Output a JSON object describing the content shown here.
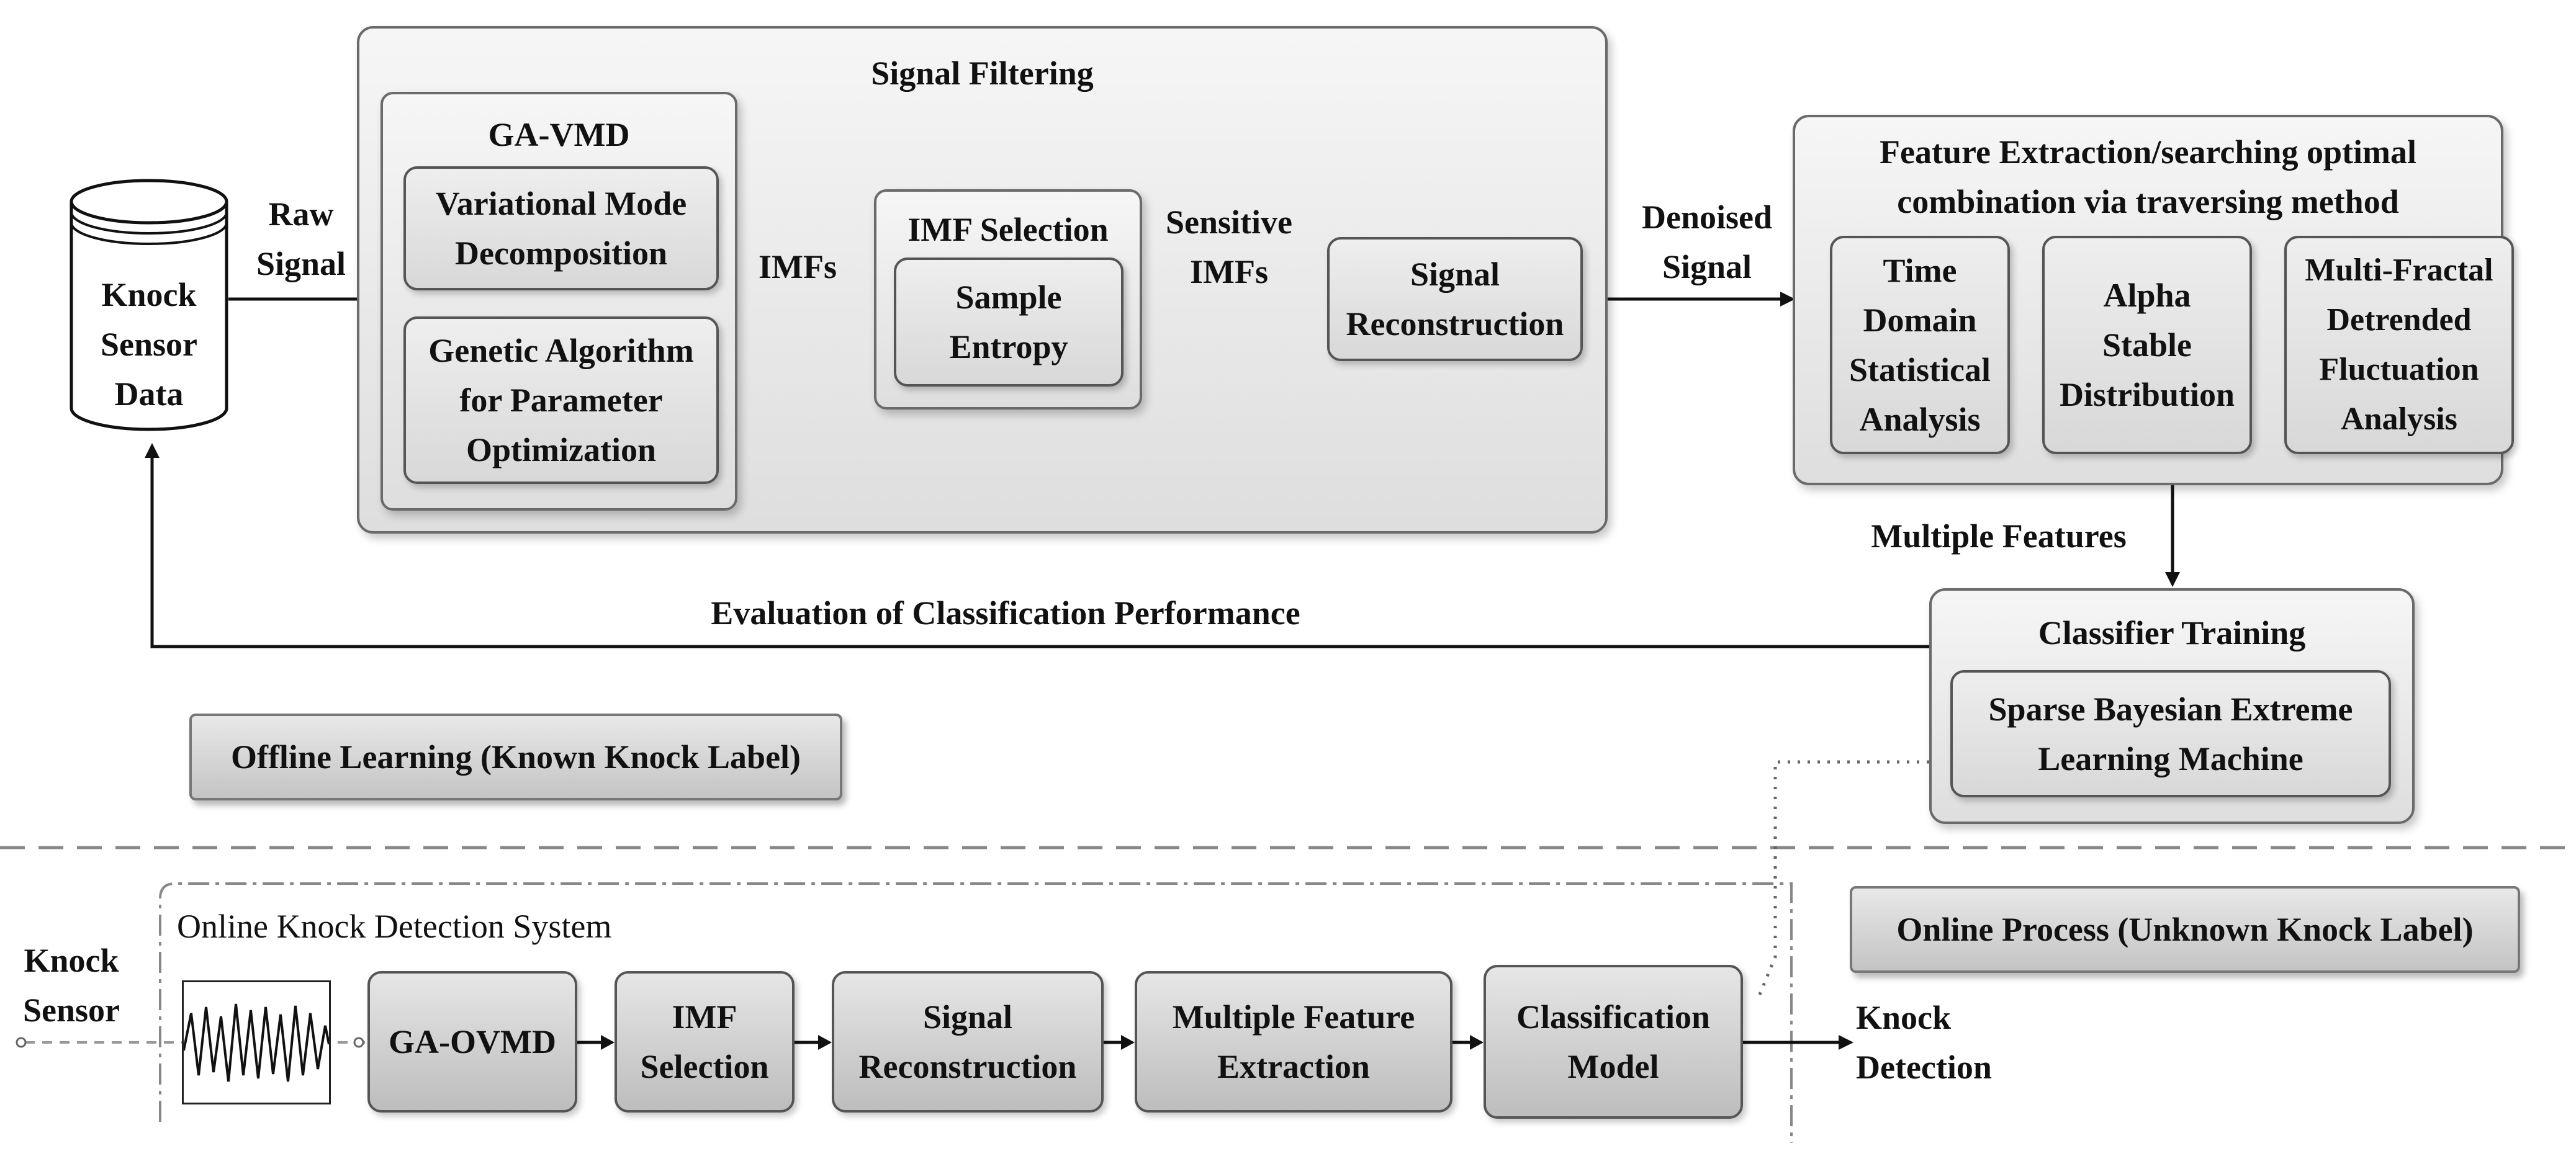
{
  "offline": {
    "database": {
      "label": "Knock\nSensor\nData"
    },
    "raw_signal_label": "Raw\nSignal",
    "signal_filtering": {
      "title": "Signal Filtering",
      "ga_vmd": {
        "title": "GA-VMD",
        "vmd_box": "Variational Mode\nDecomposition",
        "ga_box": "Genetic Algorithm\nfor Parameter\nOptimization"
      },
      "imfs_label": "IMFs",
      "imf_selection": {
        "title": "IMF Selection",
        "entropy_box": "Sample\nEntropy"
      },
      "sensitive_imfs_label": "Sensitive\nIMFs",
      "reconstruction_box": "Signal\nReconstruction"
    },
    "denoised_signal_label": "Denoised\nSignal",
    "feature_extraction": {
      "title": "Feature Extraction/searching optimal\ncombination via traversing method",
      "boxes": [
        "Time\nDomain\nStatistical\nAnalysis",
        "Alpha\nStable\nDistribution",
        "Multi-Fractal\nDetrended\nFluctuation\nAnalysis"
      ]
    },
    "multiple_features_label": "Multiple Features",
    "classifier_training": {
      "title": "Classifier Training",
      "sbelm_box": "Sparse Bayesian Extreme\nLearning Machine"
    },
    "evaluation_label": "Evaluation of Classification Performance",
    "offline_tag": "Offline Learning (Known Knock Label)"
  },
  "online": {
    "tag": "Online Process (Unknown Knock Label)",
    "system_title": "Online Knock Detection System",
    "knock_sensor_label": "Knock\nSensor",
    "steps": [
      "GA-OVMD",
      "IMF\nSelection",
      "Signal\nReconstruction",
      "Multiple Feature\nExtraction",
      "Classification\nModel"
    ],
    "output_label": "Knock\nDetection"
  }
}
